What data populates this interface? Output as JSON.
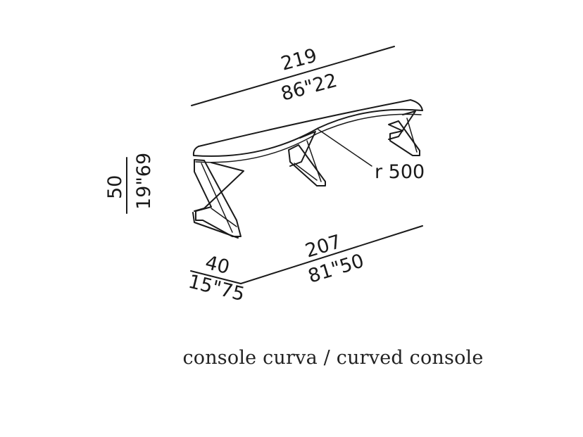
{
  "dimensions": {
    "length_top_cm": "219",
    "length_top_in": "86\"22",
    "height_cm": "50",
    "height_in": "19\"69",
    "radius": "r 500",
    "length_bottom_cm": "207",
    "length_bottom_in": "81\"50",
    "depth_cm": "40",
    "depth_in": "15\"75"
  },
  "caption": "console curva / curved console"
}
